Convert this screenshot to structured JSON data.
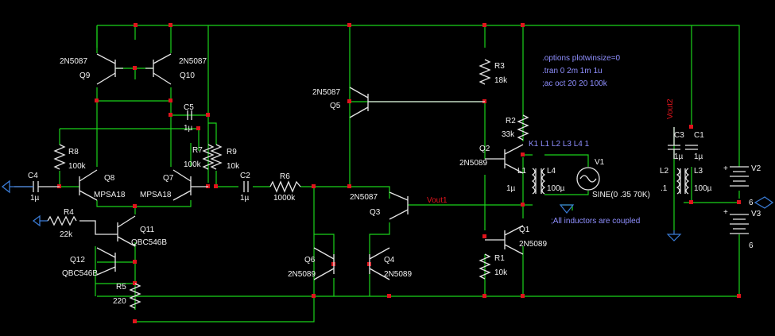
{
  "transistors": [
    {
      "ref": "Q9",
      "model": "2N5087"
    },
    {
      "ref": "Q10",
      "model": "2N5087"
    },
    {
      "ref": "Q8",
      "model": "MPSA18"
    },
    {
      "ref": "Q7",
      "model": "MPSA18"
    },
    {
      "ref": "Q11",
      "model": "QBC546B"
    },
    {
      "ref": "Q12",
      "model": "QBC546B"
    },
    {
      "ref": "Q5",
      "model": "2N5087"
    },
    {
      "ref": "Q3",
      "model": "2N5087"
    },
    {
      "ref": "Q6",
      "model": "2N5089"
    },
    {
      "ref": "Q4",
      "model": "2N5089"
    },
    {
      "ref": "Q2",
      "model": "2N5089"
    },
    {
      "ref": "Q1",
      "model": "2N5089"
    }
  ],
  "resistors": [
    {
      "ref": "R8",
      "value": "100k"
    },
    {
      "ref": "R7",
      "value": "100k"
    },
    {
      "ref": "R9",
      "value": "10k"
    },
    {
      "ref": "R6",
      "value": "1000k"
    },
    {
      "ref": "R4",
      "value": "22k"
    },
    {
      "ref": "R5",
      "value": "220"
    },
    {
      "ref": "R3",
      "value": "18k"
    },
    {
      "ref": "R2",
      "value": "33k"
    },
    {
      "ref": "R1",
      "value": "10k"
    }
  ],
  "capacitors": [
    {
      "ref": "C4",
      "value": "1µ"
    },
    {
      "ref": "C5",
      "value": "1µ"
    },
    {
      "ref": "C2",
      "value": "1µ"
    },
    {
      "ref": "C3",
      "value": "1µ"
    },
    {
      "ref": "C1",
      "value": "1µ"
    }
  ],
  "inductors": [
    {
      "ref": "L1",
      "value": "1µ"
    },
    {
      "ref": "L4",
      "value": "100µ"
    },
    {
      "ref": "L2",
      "value": ".1"
    },
    {
      "ref": "L3",
      "value": "100µ"
    }
  ],
  "sources": [
    {
      "ref": "V1",
      "value": "SINE(0 .35 70K)"
    },
    {
      "ref": "V2",
      "value": "6"
    },
    {
      "ref": "V3",
      "value": "6"
    }
  ],
  "nets": {
    "vout1": "Vout1",
    "vout2": "Vout2"
  },
  "directives": {
    "options": ".options plotwinsize=0",
    "tran": ".tran 0 2m 1m 1u",
    "ac": ";ac oct 20 20 100k",
    "coupling": "K1 L1 L2 L3 L4 1",
    "comment": ";All inductors are coupled"
  },
  "colors": {
    "wire": "#1bd31b",
    "component": "#e6e6e6",
    "junction": "#e0141c",
    "directive": "#8f8fff",
    "port": "#3a7bd5"
  }
}
